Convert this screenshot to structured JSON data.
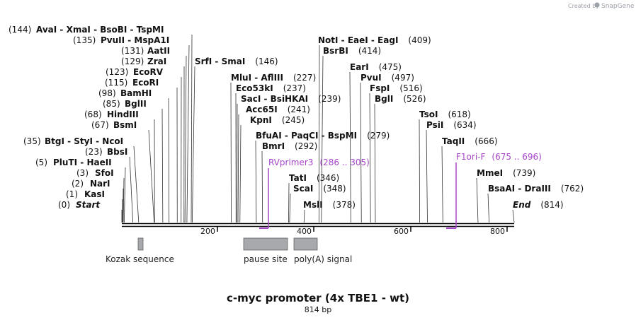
{
  "credit": {
    "text": "Created by",
    "brand": "SnapGene"
  },
  "title": "c-myc promoter (4x TBE1 - wt)",
  "length_label": "814 bp",
  "colors": {
    "line": "#000000",
    "feature": "#a7a9ad",
    "primer": "#a545c8",
    "text": "#111111"
  },
  "ticks": [
    "200",
    "400",
    "600",
    "800"
  ],
  "sites": [
    {
      "pos": "(144)",
      "names": [
        "AvaI",
        "XmaI",
        "BsoBI",
        "TspMI"
      ],
      "cut": 144
    },
    {
      "pos": "(135)",
      "names": [
        "PvuII",
        "MspA1I"
      ],
      "cut": 135
    },
    {
      "pos": "(131)",
      "names": [
        "AatII"
      ],
      "cut": 131
    },
    {
      "pos": "(129)",
      "names": [
        "ZraI"
      ],
      "cut": 129
    },
    {
      "pos": "(123)",
      "names": [
        "EcoRV"
      ],
      "cut": 123
    },
    {
      "pos": "(115)",
      "names": [
        "EcoRI"
      ],
      "cut": 115
    },
    {
      "pos": "(98)",
      "names": [
        "BamHI"
      ],
      "cut": 98
    },
    {
      "pos": "(85)",
      "names": [
        "BglII"
      ],
      "cut": 85
    },
    {
      "pos": "(68)",
      "names": [
        "HindIII"
      ],
      "cut": 68
    },
    {
      "pos": "(67)",
      "names": [
        "BsmI"
      ],
      "cut": 67
    },
    {
      "pos": "(35)",
      "names": [
        "BtgI",
        "StyI",
        "NcoI"
      ],
      "cut": 35
    },
    {
      "pos": "(23)",
      "names": [
        "BbsI"
      ],
      "cut": 23
    },
    {
      "pos": "(5)",
      "names": [
        "PluTI",
        "HaeII"
      ],
      "cut": 5
    },
    {
      "pos": "(3)",
      "names": [
        "SfoI"
      ],
      "cut": 3
    },
    {
      "pos": "(2)",
      "names": [
        "NarI"
      ],
      "cut": 2
    },
    {
      "pos": "(1)",
      "names": [
        "KasI"
      ],
      "cut": 1
    },
    {
      "pos": "(0)",
      "names": [
        "Start"
      ],
      "cut": 0,
      "italic": true
    },
    {
      "pos": "(146)",
      "names": [
        "SrfI",
        "SmaI"
      ],
      "cut": 146
    },
    {
      "pos": "(227)",
      "names": [
        "MluI",
        "AflIII"
      ],
      "cut": 227
    },
    {
      "pos": "(237)",
      "names": [
        "Eco53kI"
      ],
      "cut": 237
    },
    {
      "pos": "(239)",
      "names": [
        "SacI",
        "BsiHKAI"
      ],
      "cut": 239
    },
    {
      "pos": "(241)",
      "names": [
        "Acc65I"
      ],
      "cut": 241
    },
    {
      "pos": "(245)",
      "names": [
        "KpnI"
      ],
      "cut": 245
    },
    {
      "pos": "(279)",
      "names": [
        "BfuAI",
        "PaqCI",
        "BspMI"
      ],
      "cut": 279
    },
    {
      "pos": "(292)",
      "names": [
        "BmrI"
      ],
      "cut": 292
    },
    {
      "pos": "(409)",
      "names": [
        "NotI",
        "EaeI",
        "EagI"
      ],
      "cut": 409
    },
    {
      "pos": "(414)",
      "names": [
        "BsrBI"
      ],
      "cut": 414
    },
    {
      "pos": "(346)",
      "names": [
        "TatI"
      ],
      "cut": 346
    },
    {
      "pos": "(348)",
      "names": [
        "ScaI"
      ],
      "cut": 348
    },
    {
      "pos": "(378)",
      "names": [
        "MslI"
      ],
      "cut": 378
    },
    {
      "pos": "(475)",
      "names": [
        "EarI"
      ],
      "cut": 475
    },
    {
      "pos": "(497)",
      "names": [
        "PvuI"
      ],
      "cut": 497
    },
    {
      "pos": "(516)",
      "names": [
        "FspI"
      ],
      "cut": 516
    },
    {
      "pos": "(526)",
      "names": [
        "BglI"
      ],
      "cut": 526
    },
    {
      "pos": "(618)",
      "names": [
        "TsoI"
      ],
      "cut": 618
    },
    {
      "pos": "(634)",
      "names": [
        "PsiI"
      ],
      "cut": 634
    },
    {
      "pos": "(666)",
      "names": [
        "TaqII"
      ],
      "cut": 666
    },
    {
      "pos": "(739)",
      "names": [
        "MmeI"
      ],
      "cut": 739
    },
    {
      "pos": "(762)",
      "names": [
        "BsaAI",
        "DraIII"
      ],
      "cut": 762
    },
    {
      "pos": "(814)",
      "names": [
        "End"
      ],
      "cut": 814,
      "italic": true
    }
  ],
  "primers": [
    {
      "name": "RVprimer3",
      "range": "(286 .. 305)"
    },
    {
      "name": "F1ori-F",
      "range": "(675 .. 696)"
    }
  ],
  "features": [
    {
      "name": "Kozak sequence"
    },
    {
      "name": "pause site"
    },
    {
      "name": "poly(A) signal"
    }
  ]
}
